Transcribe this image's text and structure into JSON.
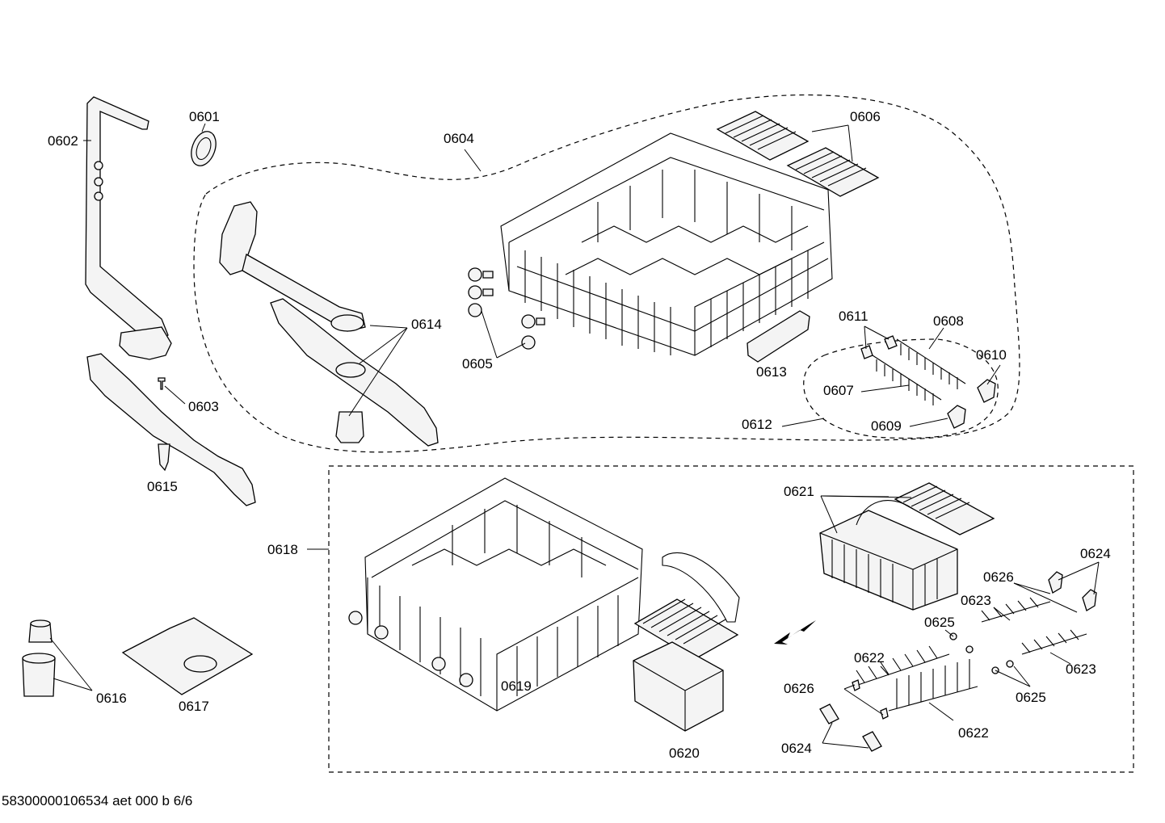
{
  "diagram": {
    "footer": "58300000106534 aet 000 b 6/6",
    "labels": [
      {
        "id": "0601",
        "text": "0601"
      },
      {
        "id": "0602",
        "text": "0602"
      },
      {
        "id": "0603",
        "text": "0603"
      },
      {
        "id": "0604",
        "text": "0604"
      },
      {
        "id": "0605",
        "text": "0605"
      },
      {
        "id": "0606",
        "text": "0606"
      },
      {
        "id": "0607",
        "text": "0607"
      },
      {
        "id": "0608",
        "text": "0608"
      },
      {
        "id": "0609",
        "text": "0609"
      },
      {
        "id": "0610",
        "text": "0610"
      },
      {
        "id": "0611",
        "text": "0611"
      },
      {
        "id": "0612",
        "text": "0612"
      },
      {
        "id": "0613",
        "text": "0613"
      },
      {
        "id": "0614",
        "text": "0614"
      },
      {
        "id": "0615",
        "text": "0615"
      },
      {
        "id": "0616",
        "text": "0616"
      },
      {
        "id": "0617",
        "text": "0617"
      },
      {
        "id": "0618",
        "text": "0618"
      },
      {
        "id": "0619",
        "text": "0619"
      },
      {
        "id": "0620",
        "text": "0620"
      },
      {
        "id": "0621",
        "text": "0621"
      },
      {
        "id": "0622a",
        "text": "0622"
      },
      {
        "id": "0622b",
        "text": "0622"
      },
      {
        "id": "0623a",
        "text": "0623"
      },
      {
        "id": "0623b",
        "text": "0623"
      },
      {
        "id": "0624a",
        "text": "0624"
      },
      {
        "id": "0624b",
        "text": "0624"
      },
      {
        "id": "0625a",
        "text": "0625"
      },
      {
        "id": "0625b",
        "text": "0625"
      },
      {
        "id": "0626a",
        "text": "0626"
      },
      {
        "id": "0626b",
        "text": "0626"
      }
    ]
  }
}
